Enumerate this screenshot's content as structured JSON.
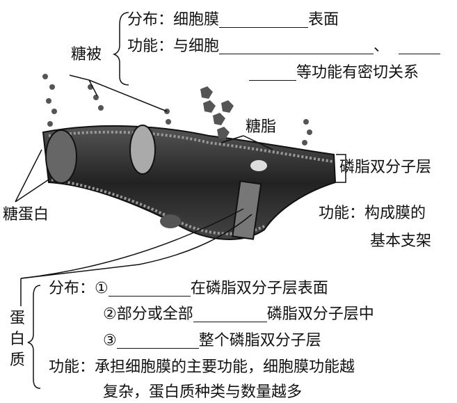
{
  "glycocalyx": {
    "label": "糖被",
    "distribution_label": "分布：细胞膜",
    "distribution_suffix": "表面",
    "function_label": "功能：与细胞",
    "function_sep": "、",
    "function_suffix": "等功能有密切关系"
  },
  "glycolipid_label": "糖脂",
  "phospholipid_bilayer": {
    "label": "磷脂双分子层",
    "function_line1": "功能：构成膜的",
    "function_line2": "基本支架"
  },
  "glycoprotein_label": "糖蛋白",
  "protein": {
    "label": "蛋白质",
    "distribution_label": "分布：",
    "item1_prefix": "①",
    "item1_suffix": "在磷脂双分子层表面",
    "item2_prefix": "②部分或全部",
    "item2_suffix": "磷脂双分子层中",
    "item3_prefix": "③",
    "item3_suffix": "整个磷脂双分子层",
    "function_line1": "功能：承担细胞膜的主要功能，细胞膜功能越",
    "function_line2": "复杂，蛋白质种类与数量越多"
  }
}
